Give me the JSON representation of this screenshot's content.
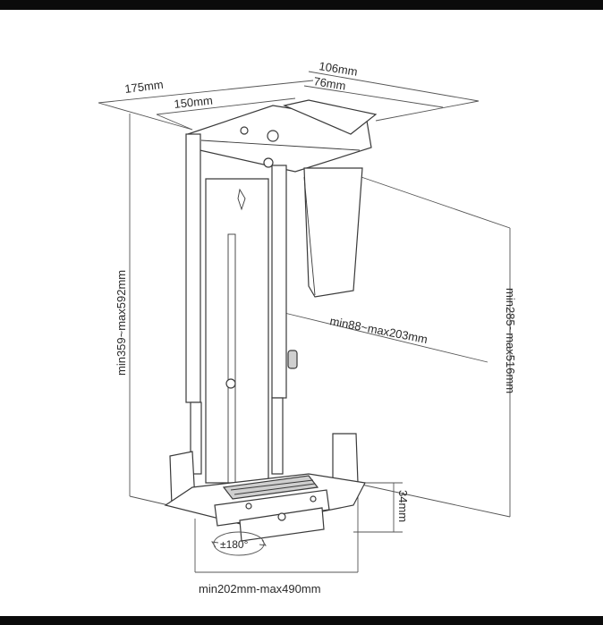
{
  "dimensions": {
    "width_total": "175mm",
    "width_plate": "150mm",
    "depth_total": "106mm",
    "depth_plate": "76mm",
    "height_total": "min359~max592mm",
    "height_inner": "min285~max516mm",
    "clamp_range": "min88~max203mm",
    "base_height": "34mm",
    "bottom_width": "min202mm-max490mm"
  },
  "rotation_label": "±180°",
  "colors": {
    "frame": "#0b0b0b",
    "line": "#3a3a3a",
    "text": "#2a2a2a"
  }
}
